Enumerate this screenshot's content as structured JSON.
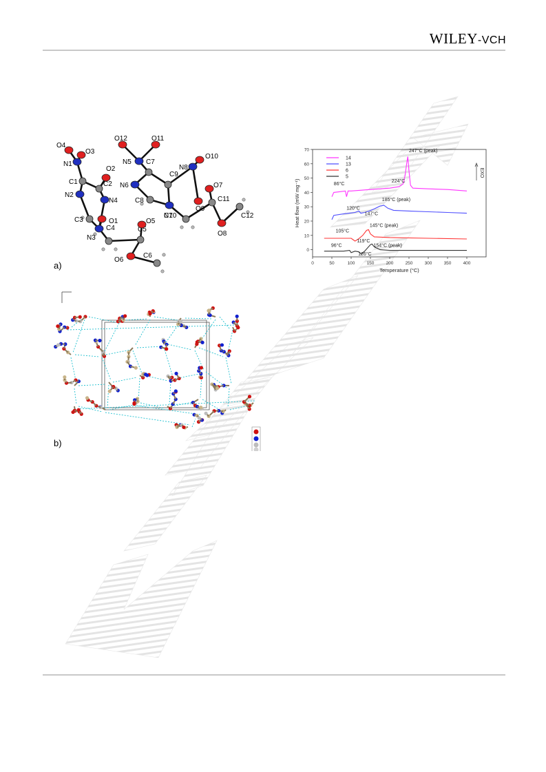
{
  "header": {
    "publisher_main": "WILEY",
    "publisher_suffix": "-VCH"
  },
  "figure": {
    "panel_a_label": "a)",
    "panel_b_label": "b)",
    "molecule_atoms": [
      "O4",
      "N1",
      "O3",
      "C1",
      "N2",
      "C2",
      "O2",
      "N4",
      "C3",
      "N3",
      "O1",
      "C4",
      "C5",
      "O5",
      "O6",
      "C6",
      "O12",
      "O11",
      "N5",
      "C7",
      "N6",
      "C9",
      "N8",
      "O10",
      "C8",
      "N7",
      "O7",
      "O9",
      "C11",
      "C10",
      "O8",
      "C12"
    ]
  },
  "chart_data": {
    "type": "line",
    "title": "",
    "xlabel": "Temperature (°C)",
    "ylabel": "Heat flow (mW mg⁻¹)",
    "xlim": [
      0,
      450
    ],
    "ylim": [
      -5,
      70
    ],
    "xticks": [
      0,
      50,
      100,
      150,
      200,
      250,
      300,
      350,
      400
    ],
    "yticks": [
      0,
      10,
      20,
      30,
      40,
      50,
      60,
      70
    ],
    "legend_position": "top-left",
    "exo_label": "EXO",
    "series": [
      {
        "name": "14",
        "color": "#ff33ff",
        "x": [
          50,
          55,
          70,
          85,
          88,
          92,
          100,
          150,
          200,
          224,
          235,
          240,
          244,
          247,
          250,
          254,
          260,
          300,
          350,
          400
        ],
        "y": [
          37,
          40,
          40.5,
          41,
          37,
          41,
          41,
          42,
          43,
          44,
          46,
          52,
          60,
          65,
          55,
          45,
          43,
          42.5,
          42,
          41
        ]
      },
      {
        "name": "13",
        "color": "#4d4dff",
        "x": [
          50,
          55,
          80,
          110,
          120,
          125,
          135,
          147,
          160,
          175,
          185,
          195,
          210,
          250,
          300,
          350,
          400
        ],
        "y": [
          21,
          24,
          25,
          26,
          27,
          25.5,
          26,
          27,
          28.5,
          30.5,
          31,
          29,
          27.5,
          27,
          26.5,
          26,
          25.5
        ]
      },
      {
        "name": "6",
        "color": "#ff3333",
        "x": [
          30,
          80,
          100,
          105,
          110,
          119,
          130,
          140,
          145,
          150,
          160,
          200,
          300,
          400
        ],
        "y": [
          8,
          8,
          8,
          7,
          6,
          7.5,
          10,
          13.5,
          14,
          11,
          9,
          8.5,
          8,
          7.5
        ]
      },
      {
        "name": "5",
        "color": "#333333",
        "x": [
          30,
          80,
          96,
          100,
          110,
          120,
          126,
          135,
          150,
          154,
          160,
          175,
          200,
          300,
          400
        ],
        "y": [
          -1,
          -1,
          -0.5,
          -2,
          -1,
          -1.5,
          -3,
          -1,
          3.5,
          4,
          2,
          0,
          -0.5,
          -0.5,
          -0.5
        ]
      }
    ],
    "annotations": [
      {
        "text": "247°C (peak)",
        "x": 250,
        "y": 68
      },
      {
        "text": "224°C",
        "x": 205,
        "y": 47
      },
      {
        "text": "86°C",
        "x": 55,
        "y": 45
      },
      {
        "text": "185°C (peak)",
        "x": 180,
        "y": 34
      },
      {
        "text": "120°C",
        "x": 88,
        "y": 28
      },
      {
        "text": "147°C",
        "x": 135,
        "y": 24
      },
      {
        "text": "105°C",
        "x": 60,
        "y": 12
      },
      {
        "text": "145°C (peak)",
        "x": 148,
        "y": 16
      },
      {
        "text": "119°C",
        "x": 115,
        "y": 5
      },
      {
        "text": "96°C",
        "x": 48,
        "y": 2
      },
      {
        "text": "154°C (peak)",
        "x": 158,
        "y": 2
      },
      {
        "text": "126°C",
        "x": 118,
        "y": -4
      }
    ]
  }
}
